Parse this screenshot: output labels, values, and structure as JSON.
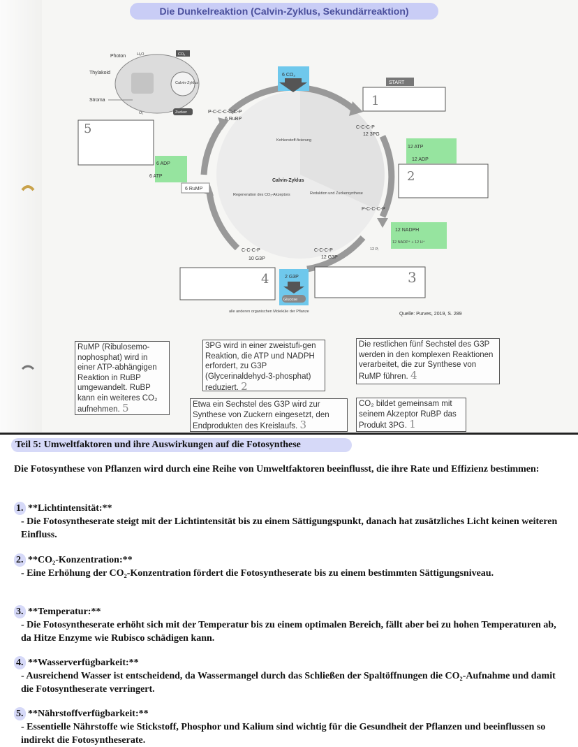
{
  "worksheet": {
    "title": "Die Dunkelreaktion (Calvin-Zyklus, Sekundärreaktion)",
    "source": "Quelle: Purves, 2019, S. 289",
    "diagram": {
      "photon": "Photon",
      "h2o": "H₂O",
      "co2_top": "CO₂",
      "thylakoid": "Thylakoid",
      "stroma": "Stroma",
      "o2": "O₂",
      "zucker": "Zucker",
      "calvin_small": "Calvin-Zyklus",
      "co2_input": "6 CO₂",
      "rubp_formula": "P-C-C-C-C-C-P",
      "rubp_label": "6 RuBP",
      "start": "START",
      "pg_formula": "C-C-C-P",
      "pg_label": "12 3PG",
      "atp12": "12 ATP",
      "adp12": "12 ADP",
      "bpg_formula": "P-C-C-C-P",
      "nadph12": "12 NADPH",
      "nadp12": "12 NADP⁺ + 12 H⁺",
      "pi12": "12 Pᵢ",
      "g3p12_formula": "C-C-C-P",
      "g3p12_label": "12 G3P",
      "g3p10_formula": "C-C-C-P",
      "g3p10_label": "10 G3P",
      "g3p2": "2 G3P",
      "glucose": "Glucose",
      "organic": "alle anderen organischen Moleküle der Pflanze",
      "adp6": "6 ADP",
      "atp6": "6 ATP",
      "rump6": "6 RuMP",
      "fixation": "Kohlenstoff-fixierung",
      "center": "Calvin-Zyklus",
      "regeneration": "Regeneration des CO₂-Akzeptors",
      "reduction": "Reduktion und Zuckersynthese",
      "hw1": "1",
      "hw2": "2",
      "hw3": "3",
      "hw4": "4",
      "hw5": "5"
    },
    "cards": {
      "c5_text": "RuMP (Ribulosemo-nophosphat) wird in einer ATP-abhängigen Reaktion in RuBP umgewandelt. RuBP kann ein weiteres CO₂ aufnehmen.",
      "c5_hw": "5",
      "c2_text": "3PG wird in einer zweistufi-gen Reaktion, die ATP und NADPH erfordert, zu G3P (Glycerinaldehyd-3-phosphat) reduziert.",
      "c2_hw": "2",
      "c4_text": "Die restlichen fünf Sechstel des G3P werden in den komplexen Reaktionen verarbeitet, die zur Synthese von RuMP führen.",
      "c4_hw": "4",
      "c3_text": "Etwa ein Sechstel des G3P wird zur Synthese von Zuckern eingesetzt, den Endprodukten des Kreislaufs.",
      "c3_hw": "3",
      "c1_text": "CO₂ bildet gemeinsam mit seinem Akzeptor RuBP das Produkt 3PG.",
      "c1_hw": "1"
    }
  },
  "section": {
    "title": "Teil 5: Umweltfaktoren und ihre Auswirkungen auf die Fotosynthese",
    "intro": "Die Fotosynthese von Pflanzen wird durch eine Reihe von Umweltfaktoren beeinflusst, die ihre Rate und Effizienz bestimmen:",
    "items": [
      {
        "num": "1.",
        "heading": "**Lichtintensität:**",
        "text": "- Die Fotosyntheserate steigt mit der Lichtintensität bis zu einem Sättigungspunkt, danach hat zusätzliches Licht keinen weiteren Einfluss."
      },
      {
        "num": "2.",
        "heading": "**CO₂-Konzentration:**",
        "text": "- Eine Erhöhung der CO₂-Konzentration fördert die Fotosyntheserate bis zu einem bestimmten Sättigungsniveau."
      },
      {
        "num": "3.",
        "heading": "**Temperatur:**",
        "text": "- Die Fotosyntheserate erhöht sich mit der Temperatur bis zu einem optimalen Bereich, fällt aber bei zu hohen Temperaturen ab, da Hitze Enzyme wie Rubisco schädigen kann."
      },
      {
        "num": "4.",
        "heading": "**Wasserverfügbarkeit:**",
        "text": "- Ausreichend Wasser ist entscheidend, da Wassermangel durch das Schließen der Spaltöffnungen die CO₂-Aufnahme und damit die Fotosyntheserate verringert."
      },
      {
        "num": "5.",
        "heading": "**Nährstoffverfügbarkeit:**",
        "text": "- Essentielle Nährstoffe wie Stickstoff, Phosphor und Kalium sind wichtig für die Gesundheit der Pflanzen und beeinflussen so indirekt die Fotosyntheserate."
      }
    ]
  },
  "colors": {
    "highlight_blue": "#6fc8ec",
    "highlight_green": "#7ee08a",
    "pill": "#d6d9f8"
  }
}
